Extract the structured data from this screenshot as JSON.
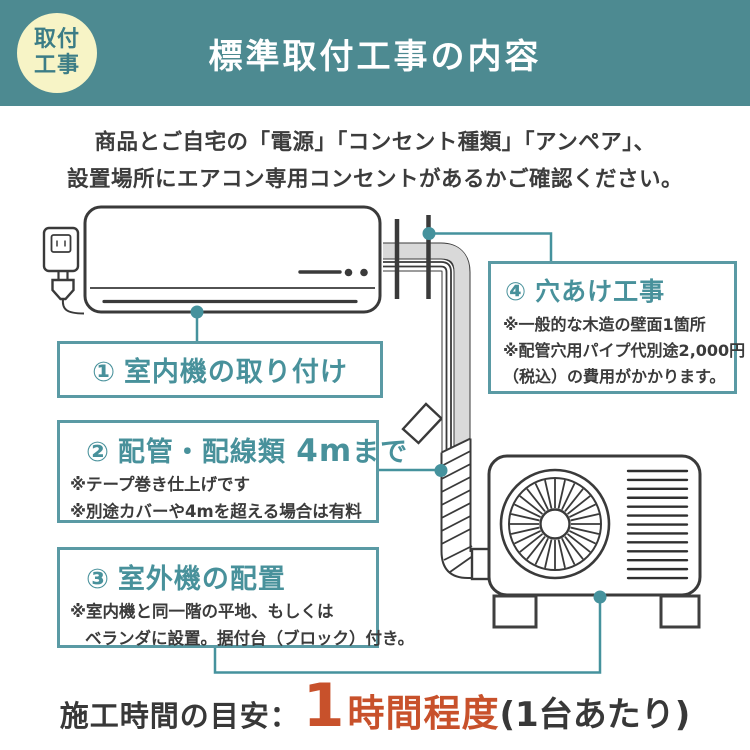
{
  "header": {
    "badge_line1": "取付",
    "badge_line2": "工事",
    "title": "標準取付工事の内容"
  },
  "intro": {
    "line1": "商品とご自宅の「電源」「コンセント種類」「アンペア」、",
    "line2": "設置場所にエアコン専用コンセントがあるかご確認ください。"
  },
  "steps": [
    {
      "number": "①",
      "title": "室内機の取り付け",
      "notes": []
    },
    {
      "number": "②",
      "title_pre": "配管・配線類 ",
      "title_em": "4m",
      "title_post": "まで",
      "notes": [
        "※テープ巻き仕上げです",
        "※別途カバーや4mを超える場合は有料"
      ]
    },
    {
      "number": "③",
      "title": "室外機の配置",
      "notes": [
        "※室内機と同一階の平地、もしくは",
        "ベランダに設置。据付台（ブロック）付き。"
      ]
    },
    {
      "number": "④",
      "title": "穴あけ工事",
      "notes": [
        "※一般的な木造の壁面1箇所",
        "※配管穴用パイプ代別途2,000円",
        "（税込）の費用がかかります。"
      ]
    }
  ],
  "footer": {
    "label": "施工時間の目安：",
    "big": "1",
    "highlight": "時間程度",
    "suffix": "(1台あたり)"
  },
  "colors": {
    "header_teal": "#4d8a91",
    "title_teal": "#48919b",
    "box_border": "#5a9aa4",
    "badge_yellow": "#f7f4c6",
    "accent_orange": "#c8512b",
    "text_ink": "#383838",
    "line_art": "#3a3a3a",
    "pipe_gray": "#d9d9d9",
    "connector_teal": "#45929d"
  }
}
